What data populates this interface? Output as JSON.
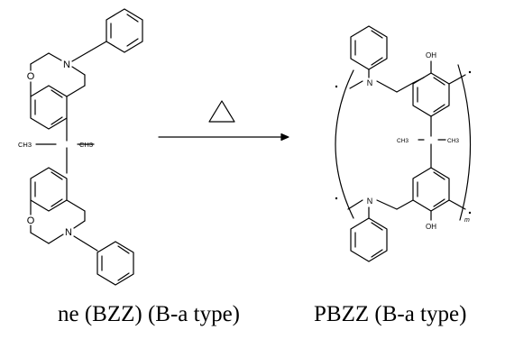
{
  "reaction": {
    "heat_symbol": "triangle",
    "arrow": "right"
  },
  "monomer": {
    "atoms": {
      "O": "O",
      "N": "N"
    },
    "methyl": "CH3",
    "caption": "ne (BZZ) (B-a type)"
  },
  "polymer": {
    "atoms": {
      "OH": "OH",
      "N": "N"
    },
    "methyl": "CH3",
    "repeat_index": "m",
    "caption": "PBZZ (B-a type)"
  }
}
